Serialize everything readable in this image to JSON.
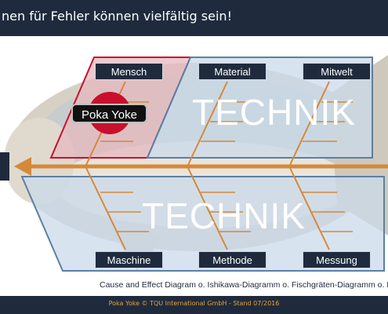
{
  "header": {
    "title": "nen für Fehler können vielfältig sein!"
  },
  "categories": {
    "mensch": "Mensch",
    "material": "Material",
    "mitwelt": "Mitwelt",
    "maschine": "Maschine",
    "methode": "Methode",
    "messung": "Messung"
  },
  "overlay": {
    "technik_top": "TECHNIK",
    "technik_bottom": "TECHNIK",
    "poka_yoke": "Poka Yoke"
  },
  "caption": "Cause and Effect  Diagram o. Ishikawa-Diagramm o. Fischgräten-Diagramm o. I",
  "footer": {
    "text": "Poka Yoke  © TQU International GmbH - Stand 07/2016"
  },
  "colors": {
    "navy": "#1f2b3d",
    "spine": "#d4893a",
    "panel": "#c9d9ea",
    "panel_border": "#5d7fa3",
    "highlight": "#c8102e"
  }
}
